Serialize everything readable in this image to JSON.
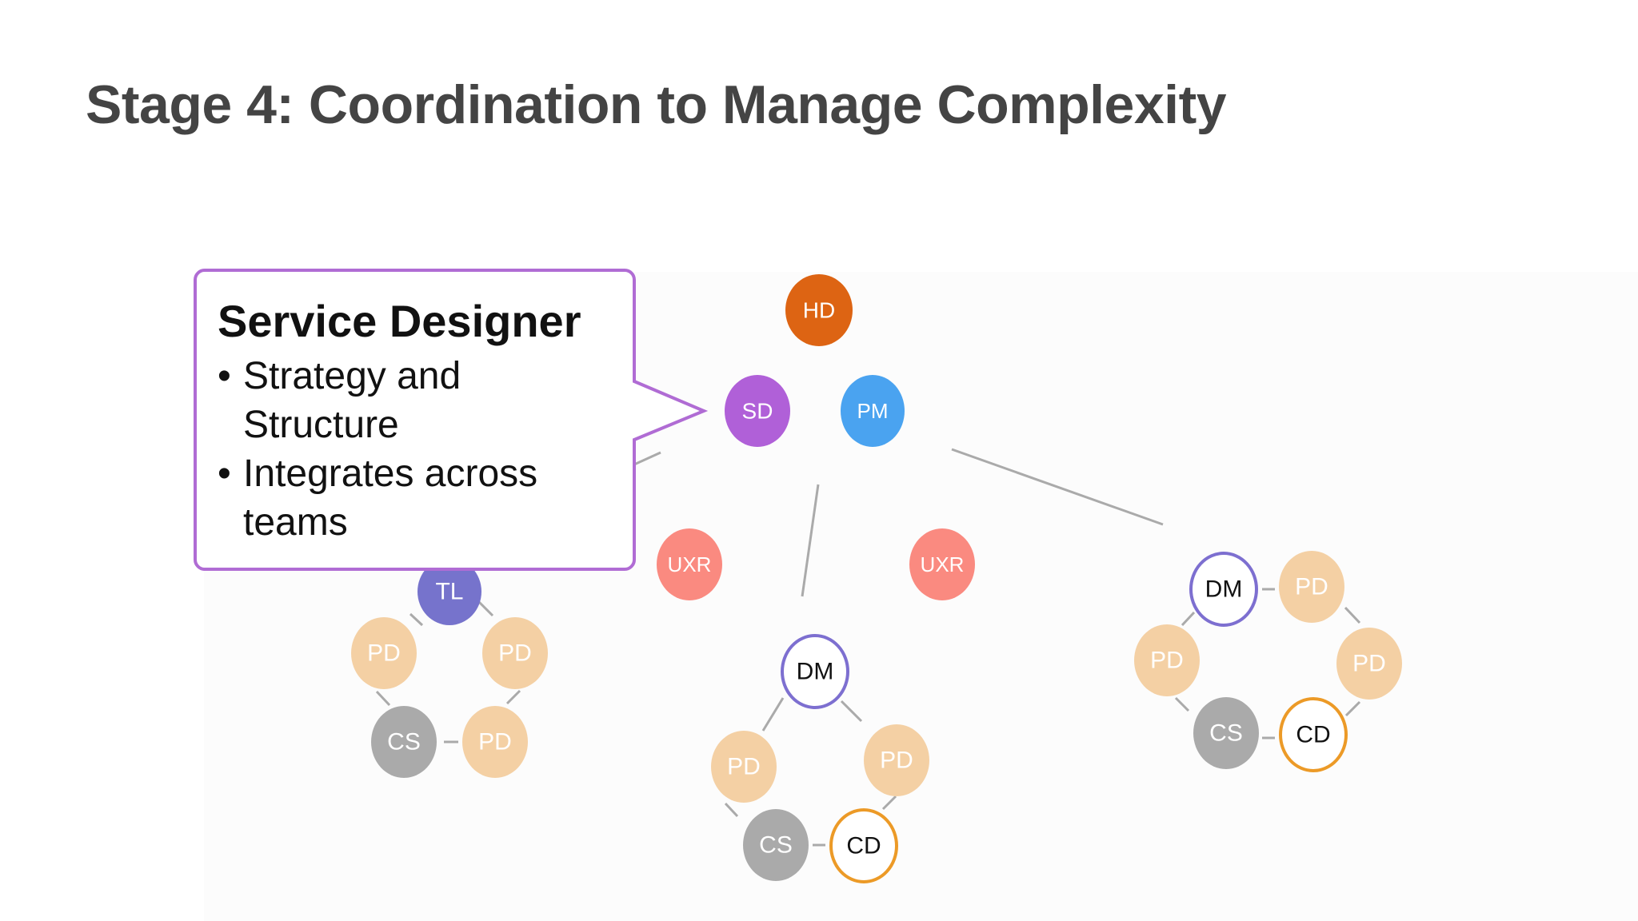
{
  "title": "Stage 4: Coordination to Manage Complexity",
  "callout": {
    "heading": "Service Designer",
    "bullets": [
      "Strategy and Structure",
      "Integrates across teams"
    ]
  },
  "colors": {
    "hd": "#dd6413",
    "sd": "#b060d8",
    "pm": "#4aa3f0",
    "uxr": "#fa8a80",
    "tl": "#7673cc",
    "pd": "#f4d0a4",
    "cs": "#aaaaaa",
    "dm_stroke": "#7d6fd0",
    "cd_stroke": "#ec9a27",
    "callout_border": "#b06cd4",
    "connector": "#aaaaaa"
  },
  "nodes": {
    "hd": "HD",
    "sd": "SD",
    "pm": "PM",
    "uxr_left": "UXR",
    "uxr_right": "UXR",
    "team_left": [
      "TL",
      "PD",
      "PD",
      "CS",
      "PD"
    ],
    "team_center": [
      "DM",
      "PD",
      "PD",
      "CS",
      "CD"
    ],
    "team_right": [
      "DM",
      "PD",
      "PD",
      "PD",
      "CS",
      "CD"
    ]
  }
}
